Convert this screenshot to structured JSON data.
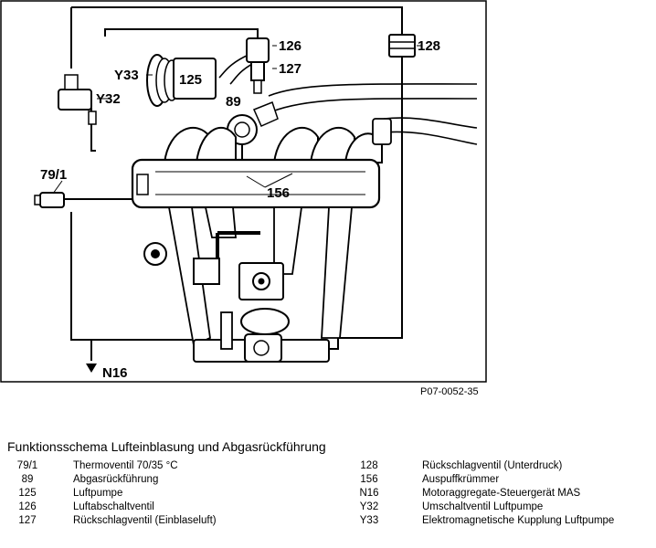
{
  "diagram": {
    "labels": {
      "l126": "126",
      "l127": "127",
      "l128": "128",
      "y33": "Y33",
      "y32": "Y32",
      "l125": "125",
      "l89": "89",
      "l79_1": "79/1",
      "l156": "156",
      "n16": "N16"
    },
    "figure_code": "P07-0052-35"
  },
  "caption": "Funktionsschema Lufteinblasung und Abgasrückführung",
  "legend": {
    "left": [
      {
        "num": "79/1",
        "desc": "Thermoventil 70/35 °C"
      },
      {
        "num": "89",
        "desc": "Abgasrückführung"
      },
      {
        "num": "125",
        "desc": "Luftpumpe"
      },
      {
        "num": "126",
        "desc": "Luftabschaltventil"
      },
      {
        "num": "127",
        "desc": "Rückschlagventil (Einblaseluft)"
      }
    ],
    "right": [
      {
        "num": "128",
        "desc": "Rückschlagventil (Unterdruck)"
      },
      {
        "num": "156",
        "desc": "Auspuffkrümmer"
      },
      {
        "num": "N16",
        "desc": "Motoraggregate-Steuergerät MAS"
      },
      {
        "num": "Y32",
        "desc": "Umschaltventil Luftpumpe"
      },
      {
        "num": "Y33",
        "desc": "Elektromagnetische Kupplung Luftpumpe"
      }
    ]
  }
}
